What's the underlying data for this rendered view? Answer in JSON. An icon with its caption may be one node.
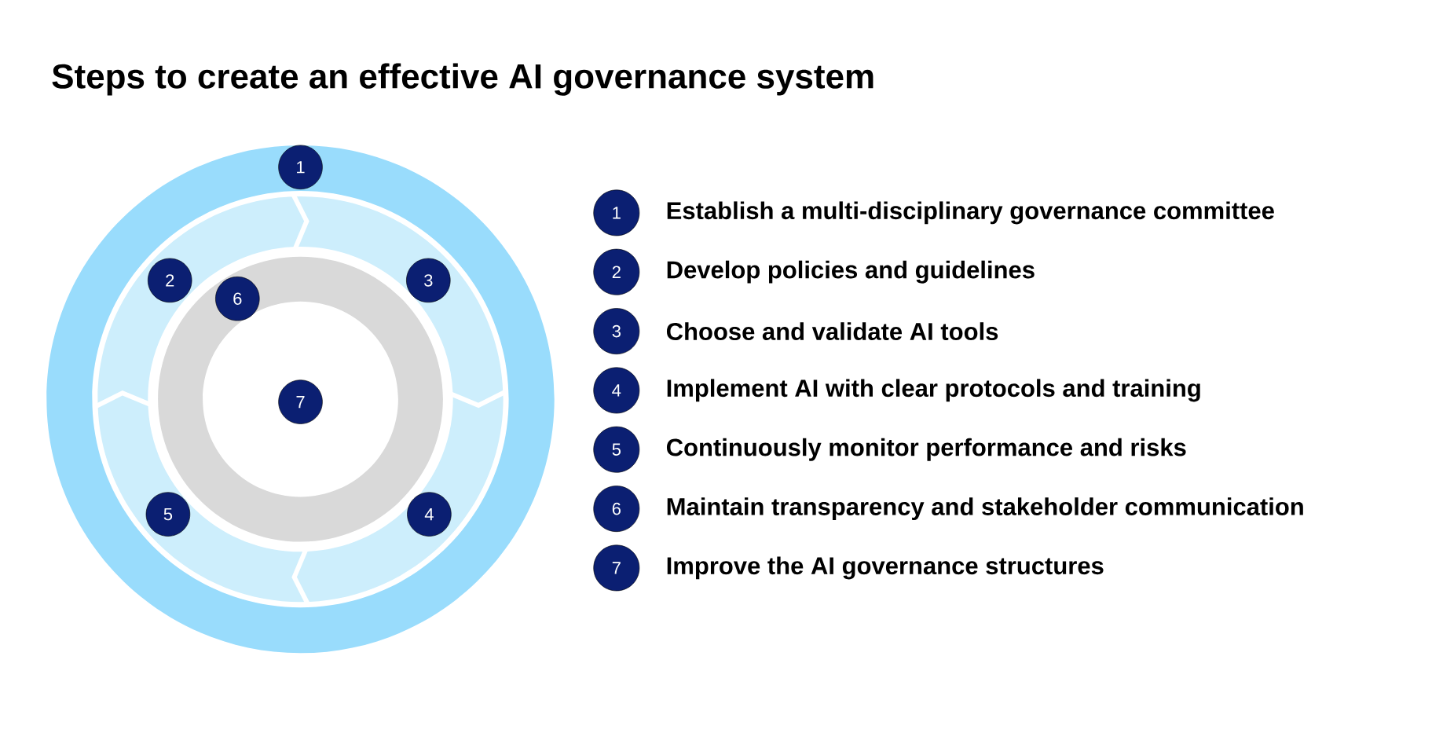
{
  "diagram": {
    "title": "Steps to create an effective AI governance system",
    "nodes": [
      {
        "text": [
          "1"
        ]
      },
      {
        "text": [
          "2"
        ]
      },
      {
        "text": [
          "6"
        ]
      },
      {
        "text": [
          "3"
        ]
      },
      {
        "text": [
          "7"
        ]
      },
      {
        "text": [
          "5"
        ]
      },
      {
        "text": [
          "4"
        ]
      },
      {
        "text": [
          "1"
        ],
        "beside": [
          "Establish a multi-disciplinary governance committee"
        ]
      },
      {
        "text": [
          "2"
        ],
        "beside": [
          "Develop policies and guidelines"
        ]
      },
      {
        "text": [
          "3"
        ],
        "beside": [
          "Choose and validate AI tools"
        ]
      },
      {
        "text": [
          "4"
        ],
        "beside": [
          "Implement AI with clear protocols and training"
        ]
      },
      {
        "text": [
          "5"
        ],
        "beside": [
          "Continuously monitor performance and risks"
        ]
      },
      {
        "text": [
          "6"
        ],
        "beside": [
          "Maintain transparency and stakeholder communication"
        ]
      },
      {
        "text": [
          "7"
        ],
        "beside": [
          "Improve the AI governance structures"
        ]
      }
    ]
  }
}
